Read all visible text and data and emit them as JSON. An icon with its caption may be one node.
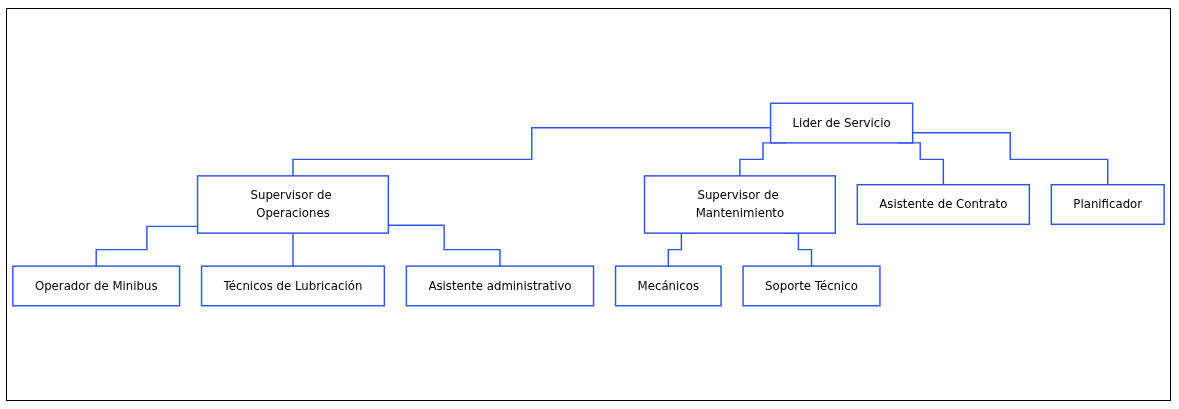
{
  "diagram": {
    "nodes": [
      {
        "text": [
          "Lider de Servicio"
        ]
      },
      {
        "text": [
          "Asistente de Contrato"
        ]
      },
      {
        "text": [
          "Supervisor de Operaciones"
        ]
      },
      {
        "text": [
          "Supervisor de Mantenimiento"
        ]
      },
      {
        "text": [
          "Planificador"
        ]
      },
      {
        "text": [
          "Operador de Minibus"
        ]
      },
      {
        "text": [
          "Técnicos de Lubricación"
        ]
      },
      {
        "text": [
          "Asistente administrativo"
        ]
      },
      {
        "text": [
          "Mecánicos"
        ]
      },
      {
        "text": [
          "Soporte Técnico"
        ]
      }
    ],
    "edges": [
      {
        "from": 0,
        "to": 1,
        "arrow": "none"
      },
      {
        "from": 0,
        "to": 2,
        "arrow": "none"
      },
      {
        "from": 0,
        "to": 3,
        "arrow": "none"
      },
      {
        "from": 0,
        "to": 4,
        "arrow": "none"
      },
      {
        "from": 2,
        "to": 5,
        "arrow": "none"
      },
      {
        "from": 2,
        "to": 6,
        "arrow": "none"
      },
      {
        "from": 2,
        "to": 7,
        "arrow": "none"
      },
      {
        "from": 3,
        "to": 8,
        "arrow": "none"
      },
      {
        "from": 3,
        "to": 9,
        "arrow": "none"
      }
    ]
  }
}
